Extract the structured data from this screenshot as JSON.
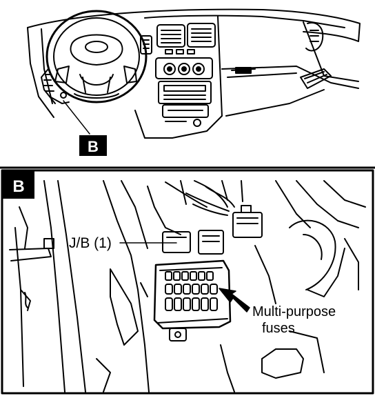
{
  "top_view": {
    "callout_label": "B"
  },
  "detail_view": {
    "panel_label": "B",
    "labels": {
      "junction_block": "J/B (1)",
      "fuses_line1": "Multi-purpose",
      "fuses_line2": "fuses"
    }
  },
  "colors": {
    "ink": "#000000",
    "paper": "#ffffff"
  }
}
